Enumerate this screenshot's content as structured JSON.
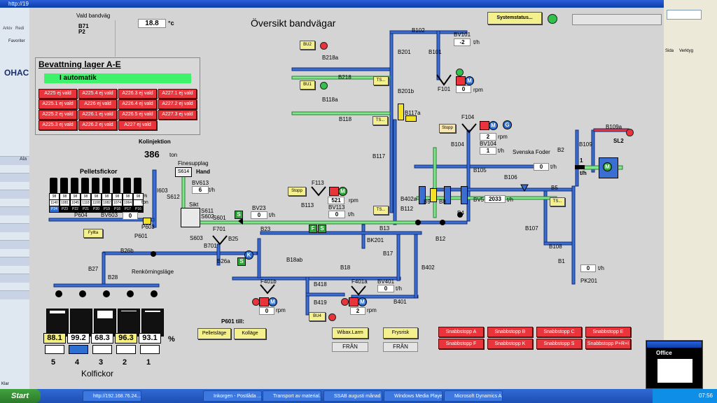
{
  "browser": {
    "title": "http://19",
    "menu": [
      "Arkiv",
      "Redi"
    ],
    "favorites": "Favoriter",
    "left_text": "OHAC",
    "left_row_label": "Ala",
    "status": "Klar",
    "toolbar_right": [
      "Sida",
      "Verktyg"
    ]
  },
  "scada": {
    "title": "Översikt bandvägar",
    "vald_bandvag_label": "Vald bandväg",
    "vald_bandvag_items": [
      "B71",
      "P2"
    ],
    "temperature": "18.8",
    "temperature_unit": "°c",
    "systemstatus_button": "Systemstatus...",
    "bevattning": {
      "title": "Bevattning lager A-E",
      "status": "I automatik",
      "cells": [
        [
          "A225 ej vald",
          "A225.4 ej vald",
          "A226.3 ej vald",
          "A227.1 ej vald"
        ],
        [
          "A225.1 ej vald",
          "A226 ej vald",
          "A226.4 ej vald",
          "A227.2 ej vald"
        ],
        [
          "A225.2 ej vald",
          "A226.1 ej vald",
          "A226.5 ej vald",
          "A227.3 ej vald"
        ],
        [
          "A225.3 ej vald",
          "A226.2 ej vald",
          "A227 ej vald",
          ""
        ]
      ]
    },
    "kolinjektion": {
      "label": "Kolinjektion",
      "value": "386",
      "unit": "ton"
    },
    "pelletsfickor": {
      "label": "Pelletsfickor",
      "row1": [
        "98",
        "98",
        "98",
        "98",
        "98",
        "98",
        "98",
        "98",
        "98"
      ],
      "row2": [
        "1140",
        "1081",
        "1045",
        "1118",
        "1108",
        "1082",
        "1074",
        "1064",
        ""
      ],
      "row3": [
        "P24",
        "P23",
        "P22",
        "P21",
        "P20",
        "P19",
        "P18",
        "P17",
        "P16"
      ],
      "unit_pct": "%",
      "unit_ton": "ton"
    },
    "finesupplag": {
      "label": "Finesupplag",
      "s614": "S614",
      "hand": "Hand",
      "bv613": "BV613",
      "bv613_val": "6",
      "unit": "t/h"
    },
    "labels": {
      "i603": "I603",
      "s612": "S612",
      "sikt": "Sikt",
      "s611": "S611",
      "s602": "S602",
      "s601": "S601",
      "p604": "P604",
      "bv603": "BV603",
      "bv603_val": "0",
      "p603": "P603",
      "p601": "P601",
      "b26b": "B26b",
      "b27": "B27",
      "b28": "B28",
      "renkorning": "Renkörningsläge",
      "s603": "S603",
      "b701": "B701",
      "f701": "F701",
      "b25": "B25",
      "b26a": "B26a",
      "bv23": "BV23",
      "bv23_val": "0",
      "b23": "B23",
      "b18ab": "B18ab",
      "b18": "B18",
      "f401b": "F401b",
      "f401a": "F401a",
      "b418": "B418",
      "b419": "B419",
      "bv401": "BV401",
      "bv401_val": "0",
      "b401": "B401",
      "b402": "B402",
      "b17": "B17",
      "bk201": "BK201",
      "b13": "B13",
      "b12": "B12",
      "b113": "B113",
      "f113": "F113",
      "bv113": "BV113",
      "bv113_val": "0",
      "f113_rpm": "521",
      "b112": "B112",
      "b402a": "B402a",
      "b9": "B9",
      "b8": "B8",
      "b4": "B4",
      "bv5": "BV5",
      "bv5_val": "2033",
      "b5": "B5",
      "b106": "B106",
      "b105": "B105",
      "b104": "B104",
      "bv104": "BV104",
      "bv104_val": "1",
      "f104": "F104",
      "f104_rpm": "2",
      "b117": "B117",
      "b117a": "B117a",
      "b118": "B118",
      "b118a": "B118a",
      "b218": "B218",
      "b218a": "B218a",
      "b201": "B201",
      "b201b": "B201b",
      "b101": "B101",
      "b102": "B102",
      "bv101": "BV101",
      "bv101_val": "-2",
      "f101": "F101",
      "f101_rpm": "0",
      "svenska_foder": "Svenska Foder",
      "sf_val": "0",
      "b2": "B2",
      "b109": "B109",
      "b109a": "B109a",
      "sl2": "SL2",
      "sl2_val": "1",
      "b107": "B107",
      "b108": "B108",
      "b1": "B1",
      "pk201": "PK201",
      "pk201_val": "0",
      "f401b_rpm": "0",
      "f401a_rpm": "2",
      "rpm": "rpm",
      "th": "t/h",
      "bu2": "BU2",
      "bu1": "BU1",
      "bu4": "BU4",
      "ts": "TS...",
      "stopp": "Stopp",
      "fyllta": "Fyllta"
    },
    "kolfickor": {
      "label": "Kolfickor",
      "values": [
        "88.1",
        "99.2",
        "68.3",
        "96.3",
        "93.1"
      ],
      "fill_fraction": [
        0.88,
        0.99,
        0.68,
        0.96,
        0.93
      ],
      "numbers": [
        "5",
        "4",
        "3",
        "2",
        "1"
      ],
      "unit": "%"
    },
    "p601_till": {
      "label": "P601 till:",
      "pelletslage": "Pelletsläge",
      "kollage": "Kolläge"
    },
    "wibax": {
      "button": "Wibax.Larm",
      "status": "FRÅN"
    },
    "frysrisk": {
      "button": "Frysrisk",
      "status": "FRÅN"
    },
    "snabbstopp": [
      "Snabbstopp A",
      "Snabbstopp B",
      "Snabbstopp C",
      "Snabbstopp E",
      "Snabbstopp F",
      "Snabbstopp K",
      "Snabbstopp S",
      "Snabbstopp P+R+I"
    ]
  },
  "office_panel": {
    "title": "Office"
  },
  "taskbar": {
    "start": "Start",
    "items": [
      "http://192.168.76.24....",
      "Inkorgen - Postlåda ...",
      "Transport av material...",
      "SSAB augusti månad",
      "Windows Media Player",
      "Microsoft Dynamics A..."
    ],
    "clock": "07:56"
  },
  "colors": {
    "pipe_blue": "#3b6ed1",
    "pipe_green": "#7ee88a",
    "alarm_red": "#e8343a",
    "ok_green": "#2fa23a"
  }
}
